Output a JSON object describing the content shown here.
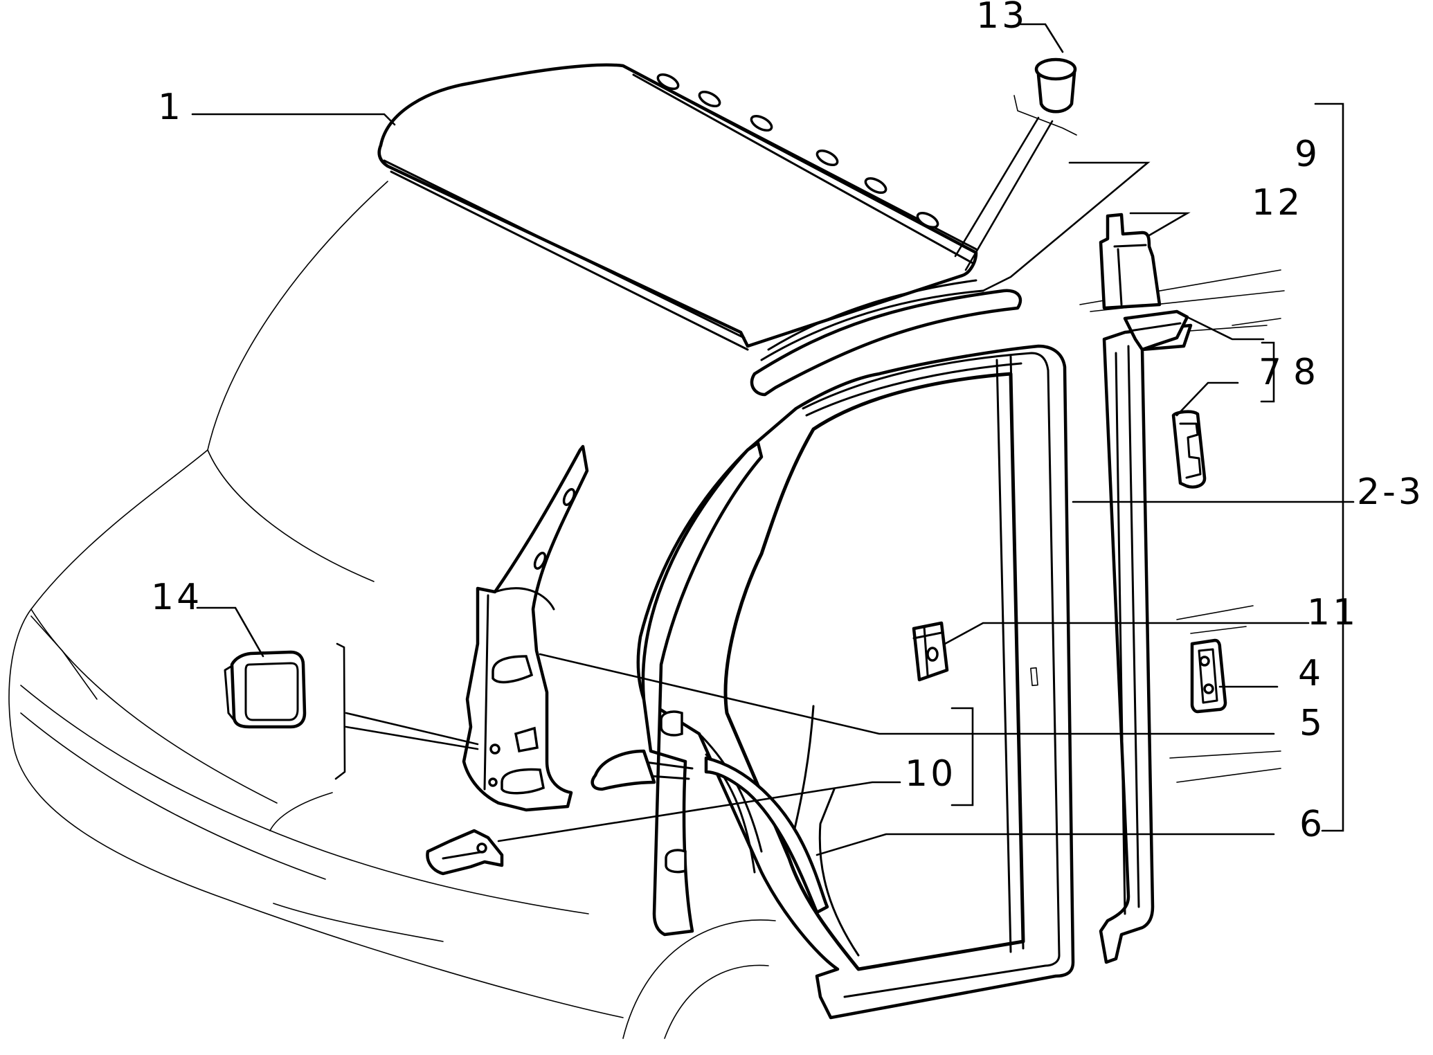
{
  "callouts": {
    "c1": "1",
    "c2_3": "2-3",
    "c4": "4",
    "c5": "5",
    "c6": "6",
    "c7": "7",
    "c8": "8",
    "c9": "9",
    "c10": "10",
    "c11": "11",
    "c12": "12",
    "c13": "13",
    "c14": "14"
  }
}
